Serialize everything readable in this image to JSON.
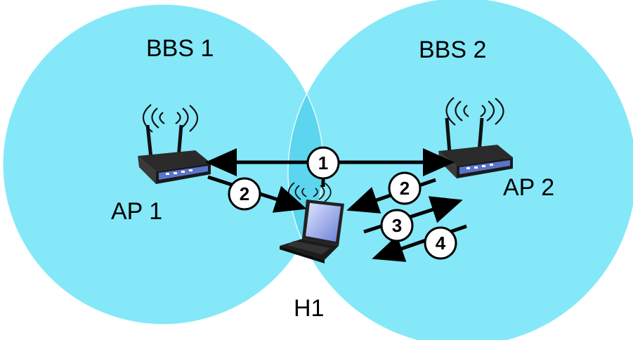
{
  "diagram": {
    "bss1_label": "BBS 1",
    "bss2_label": "BBS 2",
    "ap1_label": "AP 1",
    "ap2_label": "AP 2",
    "host_label": "H1",
    "step_numbers": [
      "1",
      "2",
      "2",
      "3",
      "4"
    ],
    "colors": {
      "bss_fill": "#84e8f8",
      "overlap_fill": "#5bd6ee",
      "arrow": "#000000",
      "step_circle_fill": "#ffffff"
    },
    "icons": [
      "router-icon",
      "laptop-icon",
      "wifi-signal-icon"
    ]
  }
}
